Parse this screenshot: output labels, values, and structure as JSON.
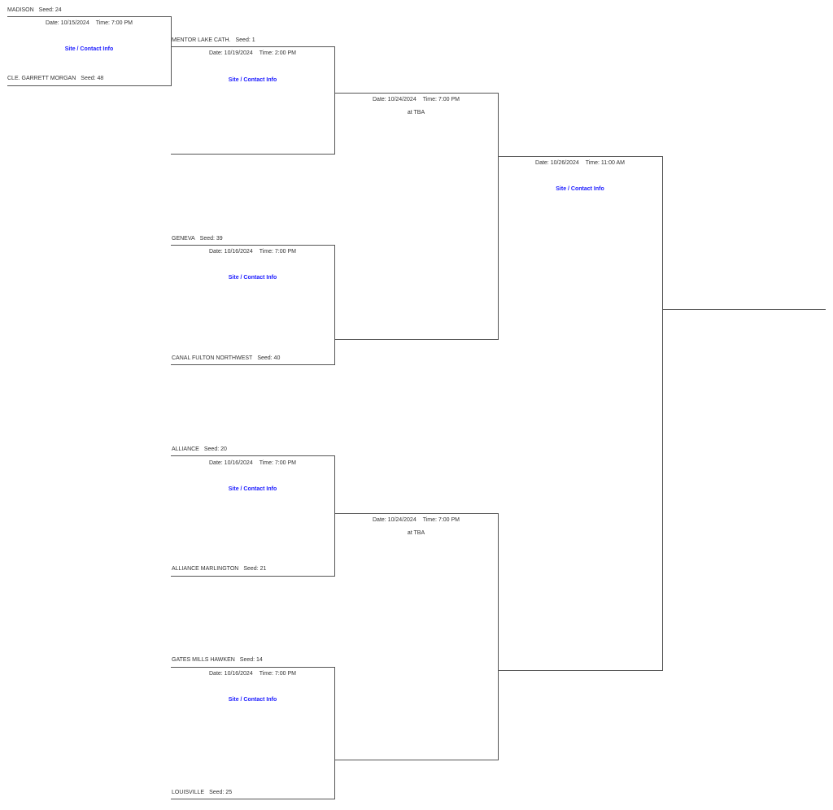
{
  "teams": {
    "madison": {
      "name": "MADISON",
      "seed": "Seed: 24"
    },
    "garrett_morgan": {
      "name": "CLE. GARRETT MORGAN",
      "seed": "Seed: 48"
    },
    "mentor": {
      "name": "MENTOR LAKE CATH.",
      "seed": "Seed: 1"
    },
    "geneva": {
      "name": "GENEVA",
      "seed": "Seed: 39"
    },
    "canal_fulton": {
      "name": "CANAL FULTON NORTHWEST",
      "seed": "Seed: 40"
    },
    "alliance": {
      "name": "ALLIANCE",
      "seed": "Seed: 20"
    },
    "marlington": {
      "name": "ALLIANCE MARLINGTON",
      "seed": "Seed: 21"
    },
    "hawken": {
      "name": "GATES MILLS HAWKEN",
      "seed": "Seed: 14"
    },
    "louisville": {
      "name": "LOUISVILLE",
      "seed": "Seed: 25"
    }
  },
  "games": {
    "g1": {
      "date": "Date: 10/15/2024",
      "time": "Time: 7:00 PM",
      "link": "Site / Contact Info"
    },
    "g2": {
      "date": "Date: 10/19/2024",
      "time": "Time: 2:00 PM",
      "link": "Site / Contact Info"
    },
    "g3": {
      "date": "Date: 10/16/2024",
      "time": "Time: 7:00 PM",
      "link": "Site / Contact Info"
    },
    "g4": {
      "date": "Date: 10/16/2024",
      "time": "Time: 7:00 PM",
      "link": "Site / Contact Info"
    },
    "g5": {
      "date": "Date: 10/16/2024",
      "time": "Time: 7:00 PM",
      "link": "Site / Contact Info"
    },
    "g6": {
      "date": "Date: 10/24/2024",
      "time": "Time: 7:00 PM",
      "location": "at TBA"
    },
    "g7": {
      "date": "Date: 10/24/2024",
      "time": "Time: 7:00 PM",
      "location": "at TBA"
    },
    "g8": {
      "date": "Date: 10/26/2024",
      "time": "Time: 11:00 AM",
      "link": "Site / Contact Info"
    }
  },
  "colors": {
    "link": "#1a1aff",
    "line": "#555555",
    "text": "#333333"
  }
}
